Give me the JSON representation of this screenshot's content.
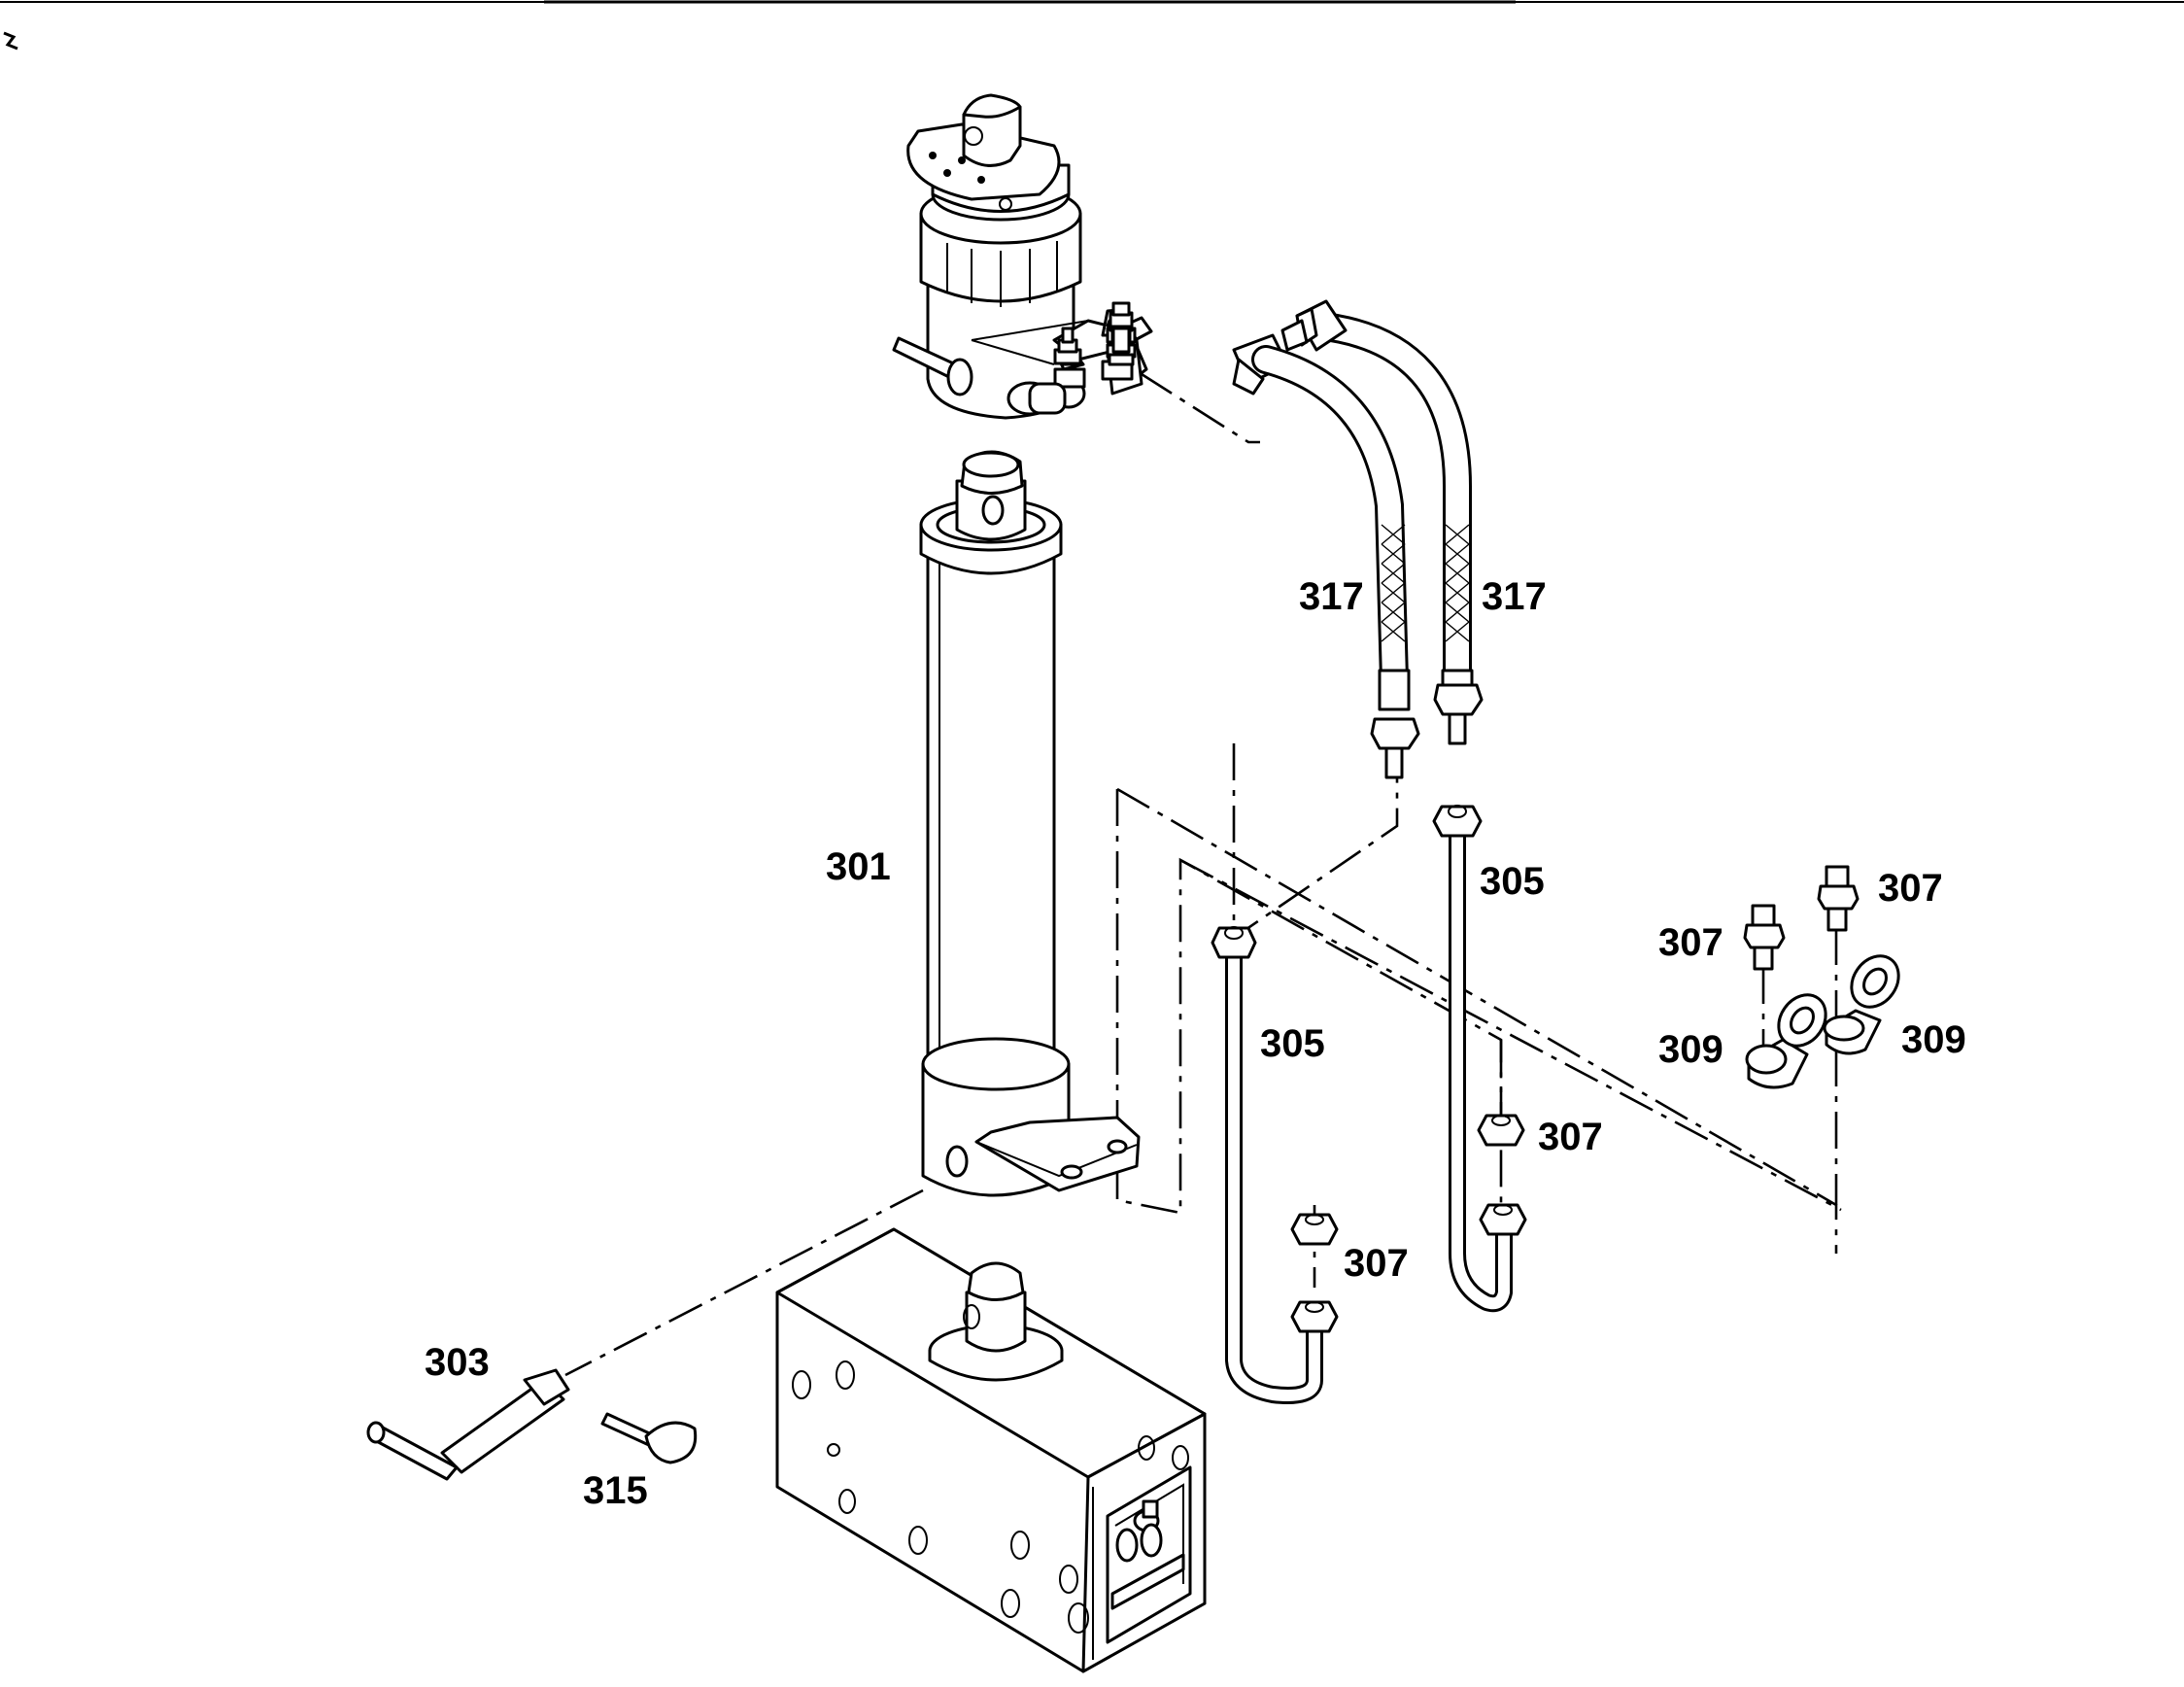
{
  "drawing": {
    "callouts": {
      "c301": "301",
      "c303": "303",
      "c305a": "305",
      "c305b": "305",
      "c307a": "307",
      "c307b": "307",
      "c307c": "307",
      "c307d": "307",
      "c309a": "309",
      "c309b": "309",
      "c315": "315",
      "c317a": "317",
      "c317b": "317"
    }
  }
}
